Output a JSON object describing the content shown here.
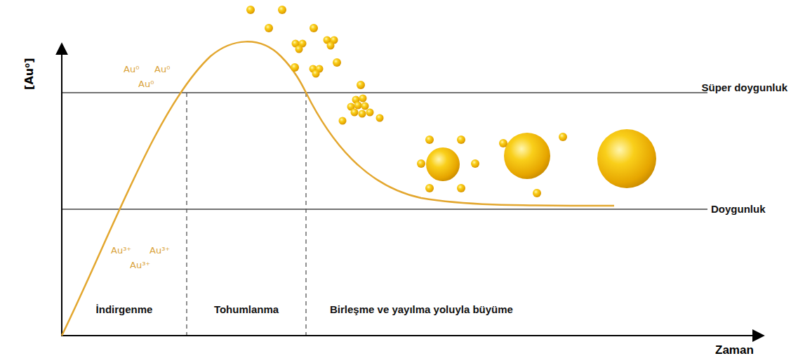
{
  "diagram": {
    "labels": [
      "[Au⁰]",
      "Au⁰",
      "Au⁰",
      "Au⁰",
      "Süper doygunluk",
      "Doygunluk",
      "Au³⁺",
      "Au³⁺",
      "Au³⁺",
      "İndirgenme",
      "Tohumlanma",
      "Birleşme ve yayılma yoluyla büyüme",
      "Zaman"
    ]
  }
}
